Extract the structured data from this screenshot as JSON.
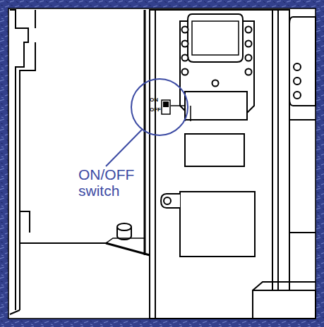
{
  "diagram": {
    "labels": [
      "ON",
      "OFF",
      "ON/OFF switch"
    ]
  }
}
